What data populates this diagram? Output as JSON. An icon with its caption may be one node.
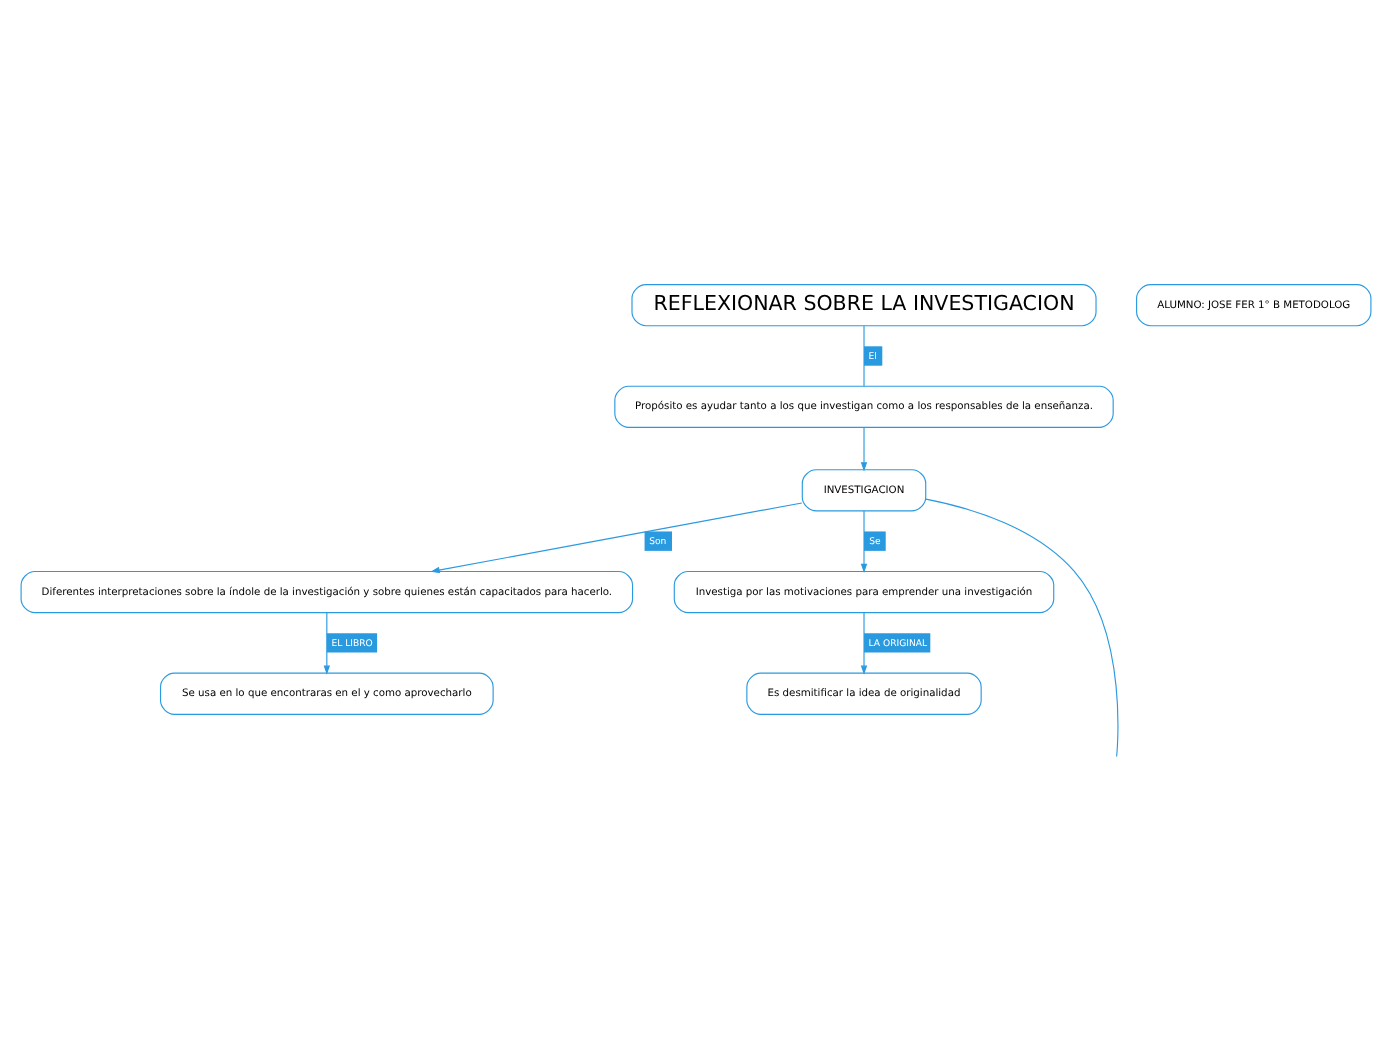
{
  "diagram": {
    "nodes": [
      {
        "text": [
          "REFLEXIONAR SOBRE LA INVESTIGACION"
        ]
      },
      {
        "text": [
          "ALUMNO: JOSE FER 1° B METODOLOG"
        ]
      },
      {
        "text": [
          "Propósito es ayudar tanto a los que investigan como a los responsables de la enseñanza."
        ]
      },
      {
        "text": [
          "INVESTIGACION"
        ]
      },
      {
        "text": [
          "Diferentes interpretaciones sobre la índole de la investigación y sobre quienes están capacitados para hacerlo."
        ]
      },
      {
        "text": [
          "Se usa en lo que encontraras en el y como aprovecharlo"
        ]
      },
      {
        "text": [
          "Investiga por las motivaciones para emprender una investigación"
        ]
      },
      {
        "text": [
          "Es desmitificar la idea de originalidad"
        ]
      }
    ],
    "edges": [
      {
        "from": 0,
        "to": 2,
        "arrow": "none",
        "label": "El"
      },
      {
        "from": 2,
        "to": 3,
        "arrow": "to"
      },
      {
        "from": 3,
        "to": 4,
        "arrow": "to",
        "label": "Son"
      },
      {
        "from": 3,
        "to": 6,
        "arrow": "to",
        "label": "Se"
      },
      {
        "from": 4,
        "to": 5,
        "arrow": "to",
        "label": "EL LIBRO"
      },
      {
        "from": 6,
        "to": 7,
        "arrow": "to",
        "label": "LA ORIGINAL"
      },
      {
        "from": 3,
        "to": null,
        "arrow": "none"
      }
    ]
  }
}
